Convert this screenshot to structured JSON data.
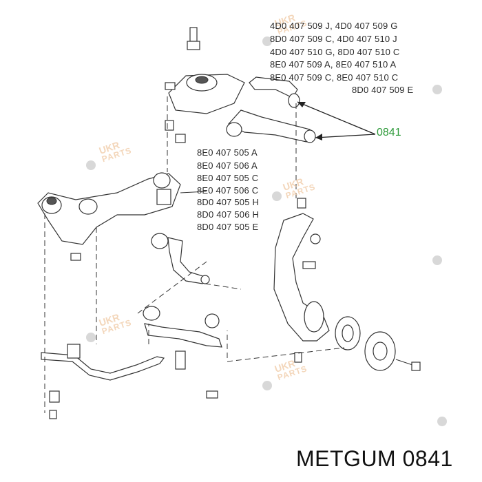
{
  "diagram": {
    "top_part_numbers": [
      "4D0 407 509 J, 4D0 407 509 G",
      "8D0 407 509 C, 4D0 407 510 J",
      "4D0 407 510 G, 8D0 407 510 C",
      "8E0 407 509 A, 8E0 407 510 A",
      "8E0 407 509 C, 8E0 407 510 C",
      "8D0 407 509 E"
    ],
    "middle_part_numbers": [
      "8E0 407 505 A",
      "8E0 407 506 A",
      "8E0 407 505 C",
      "8E0 407 506 C",
      "8D0 407 505 H",
      "8D0 407 506 H",
      "8D0 407 505 E"
    ],
    "callout_label": "0841",
    "callout_color": "#2e9a3a"
  },
  "watermark": {
    "line1": "UKR",
    "line2": "PARTS",
    "color": "#f0c9a3"
  },
  "caption": {
    "brand": "METGUM",
    "part_number": "0841"
  }
}
